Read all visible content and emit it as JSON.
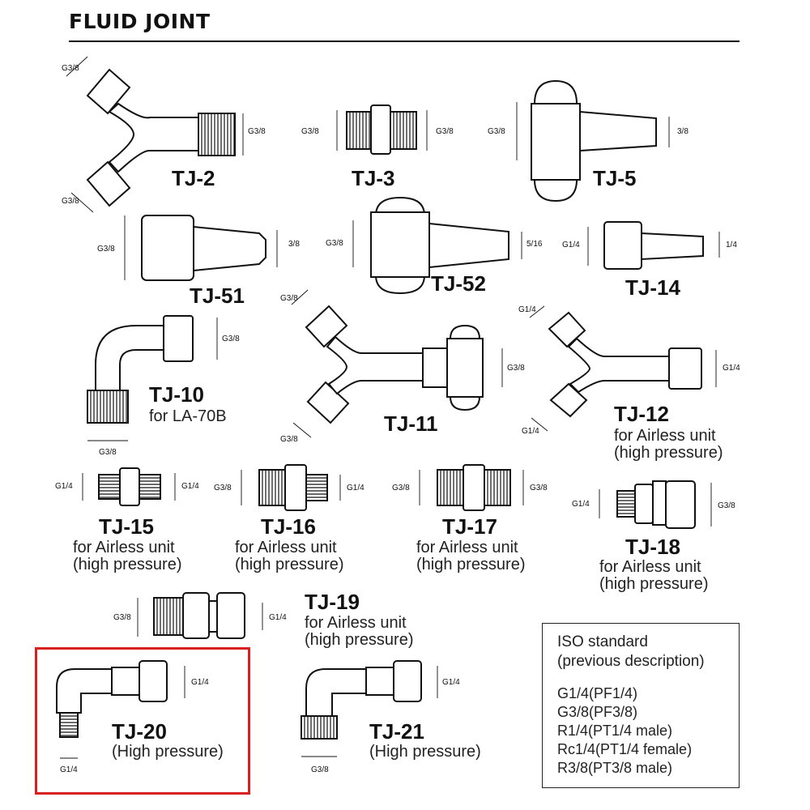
{
  "page": {
    "title": "FLUID JOINT"
  },
  "parts": {
    "tj2": {
      "name": "TJ-2",
      "dims": [
        "G3/8",
        "G3/8",
        "G3/8"
      ]
    },
    "tj3": {
      "name": "TJ-3",
      "dims": [
        "G3/8",
        "G3/8"
      ]
    },
    "tj5": {
      "name": "TJ-5",
      "dims": [
        "G3/8",
        "3/8"
      ]
    },
    "tj51": {
      "name": "TJ-51",
      "dims": [
        "G3/8",
        "3/8"
      ]
    },
    "tj52": {
      "name": "TJ-52",
      "dims": [
        "G3/8",
        "5/16"
      ]
    },
    "tj14": {
      "name": "TJ-14",
      "dims": [
        "G1/4",
        "1/4"
      ]
    },
    "tj10": {
      "name": "TJ-10",
      "note": "for LA-70B",
      "dims": [
        "G3/8",
        "G3/8"
      ]
    },
    "tj11": {
      "name": "TJ-11",
      "dims": [
        "G3/8",
        "G3/8",
        "G3/8"
      ]
    },
    "tj12": {
      "name": "TJ-12",
      "note1": "for Airless unit",
      "note2": "(high pressure)",
      "dims": [
        "G1/4",
        "G1/4",
        "G1/4"
      ]
    },
    "tj15": {
      "name": "TJ-15",
      "note1": "for Airless unit",
      "note2": "(high pressure)",
      "dims": [
        "G1/4",
        "G1/4"
      ]
    },
    "tj16": {
      "name": "TJ-16",
      "note1": "for Airless unit",
      "note2": "(high pressure)",
      "dims": [
        "G3/8",
        "G1/4"
      ]
    },
    "tj17": {
      "name": "TJ-17",
      "note1": "for Airless unit",
      "note2": "(high pressure)",
      "dims": [
        "G3/8",
        "G3/8"
      ]
    },
    "tj18": {
      "name": "TJ-18",
      "note1": "for Airless unit",
      "note2": "(high pressure)",
      "dims": [
        "G1/4",
        "G3/8"
      ]
    },
    "tj19": {
      "name": "TJ-19",
      "note1": "for Airless unit",
      "note2": "(high pressure)",
      "dims": [
        "G3/8",
        "G1/4"
      ]
    },
    "tj20": {
      "name": "TJ-20",
      "note": "(High pressure)",
      "dims": [
        "G1/4",
        "G1/4"
      ]
    },
    "tj21": {
      "name": "TJ-21",
      "note": "(High pressure)",
      "dims": [
        "G1/4",
        "G3/8"
      ]
    }
  },
  "iso": {
    "title1": "ISO standard",
    "title2": "(previous description)",
    "lines": [
      "G1/4(PF1/4)",
      "G3/8(PF3/8)",
      "R1/4(PT1/4 male)",
      "Rc1/4(PT1/4 female)",
      "R3/8(PT3/8 male)"
    ]
  },
  "colors": {
    "highlight": "#d8211f",
    "ink": "#111111"
  }
}
